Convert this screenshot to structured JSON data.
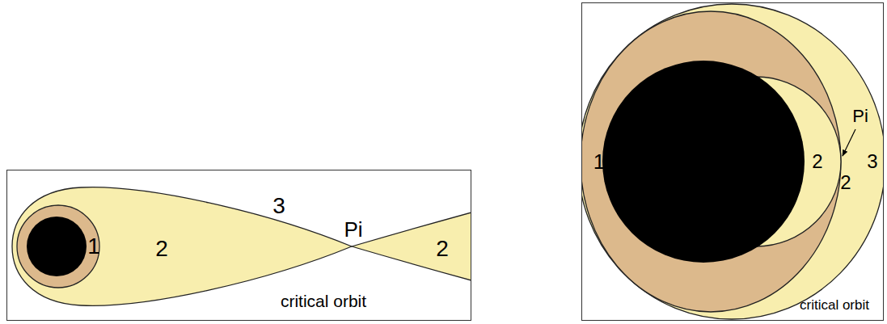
{
  "diagram": {
    "labels": [
      "1",
      "2",
      "3",
      "Pi",
      "2",
      "critical orbit",
      "1",
      "2",
      "Pi",
      "2",
      "3",
      "critical orbit"
    ]
  }
}
